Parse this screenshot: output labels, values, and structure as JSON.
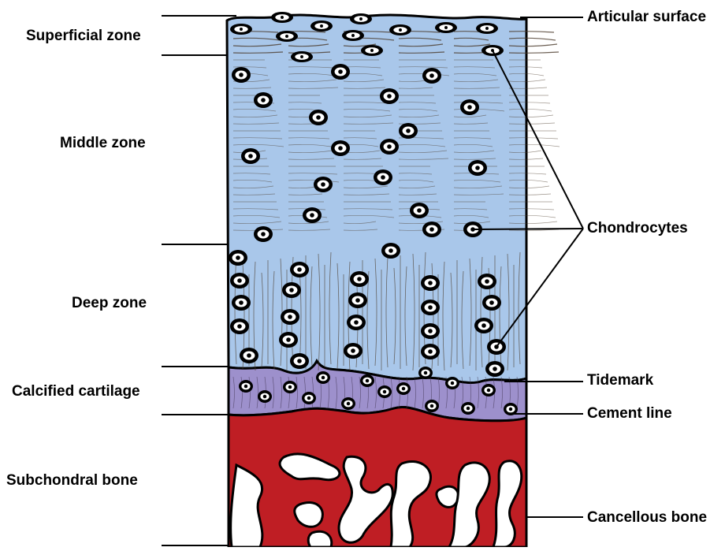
{
  "labels_left": {
    "superficial": "Superficial zone",
    "middle": "Middle zone",
    "deep": "Deep zone",
    "calcified": "Calcified cartilage",
    "subchondral": "Subchondral bone"
  },
  "labels_right": {
    "articular": "Articular surface",
    "chondrocytes": "Chondrocytes",
    "tidemark": "Tidemark",
    "cement": "Cement line",
    "cancellous": "Cancellous bone"
  },
  "colors": {
    "cartilage": "#a9c7ea",
    "calcified": "#9d90cc",
    "bone": "#bf1e24",
    "outline": "#000000",
    "fibers": "#4a3a2a"
  },
  "cells": [
    [
      306,
      37
    ],
    [
      364,
      46
    ],
    [
      408,
      33
    ],
    [
      448,
      45
    ],
    [
      458,
      24
    ],
    [
      508,
      38
    ],
    [
      566,
      35
    ],
    [
      618,
      36
    ],
    [
      358,
      22
    ],
    [
      625,
      64
    ],
    [
      383,
      72
    ],
    [
      472,
      64
    ],
    [
      306,
      95
    ],
    [
      432,
      91
    ],
    [
      548,
      96
    ],
    [
      334,
      127
    ],
    [
      494,
      122
    ],
    [
      596,
      136
    ],
    [
      404,
      149
    ],
    [
      518,
      166
    ],
    [
      318,
      198
    ],
    [
      432,
      188
    ],
    [
      494,
      186
    ],
    [
      606,
      213
    ],
    [
      410,
      234
    ],
    [
      486,
      225
    ],
    [
      396,
      273
    ],
    [
      532,
      267
    ],
    [
      334,
      297
    ],
    [
      548,
      291
    ],
    [
      600,
      291
    ],
    [
      496,
      318
    ],
    [
      302,
      327
    ],
    [
      380,
      342
    ],
    [
      304,
      356
    ],
    [
      456,
      354
    ],
    [
      546,
      359
    ],
    [
      618,
      357
    ],
    [
      370,
      368
    ],
    [
      306,
      384
    ],
    [
      454,
      381
    ],
    [
      546,
      390
    ],
    [
      624,
      384
    ],
    [
      368,
      402
    ],
    [
      304,
      414
    ],
    [
      452,
      409
    ],
    [
      546,
      420
    ],
    [
      614,
      413
    ],
    [
      366,
      431
    ],
    [
      448,
      445
    ],
    [
      546,
      446
    ],
    [
      630,
      440
    ],
    [
      316,
      451
    ],
    [
      380,
      458
    ],
    [
      628,
      468
    ],
    [
      312,
      490
    ],
    [
      336,
      503
    ],
    [
      368,
      491
    ],
    [
      410,
      479
    ],
    [
      466,
      483
    ],
    [
      488,
      497
    ],
    [
      512,
      493
    ],
    [
      540,
      473
    ],
    [
      574,
      486
    ],
    [
      620,
      495
    ],
    [
      442,
      512
    ],
    [
      548,
      515
    ],
    [
      594,
      518
    ],
    [
      648,
      519
    ],
    [
      392,
      505
    ]
  ]
}
